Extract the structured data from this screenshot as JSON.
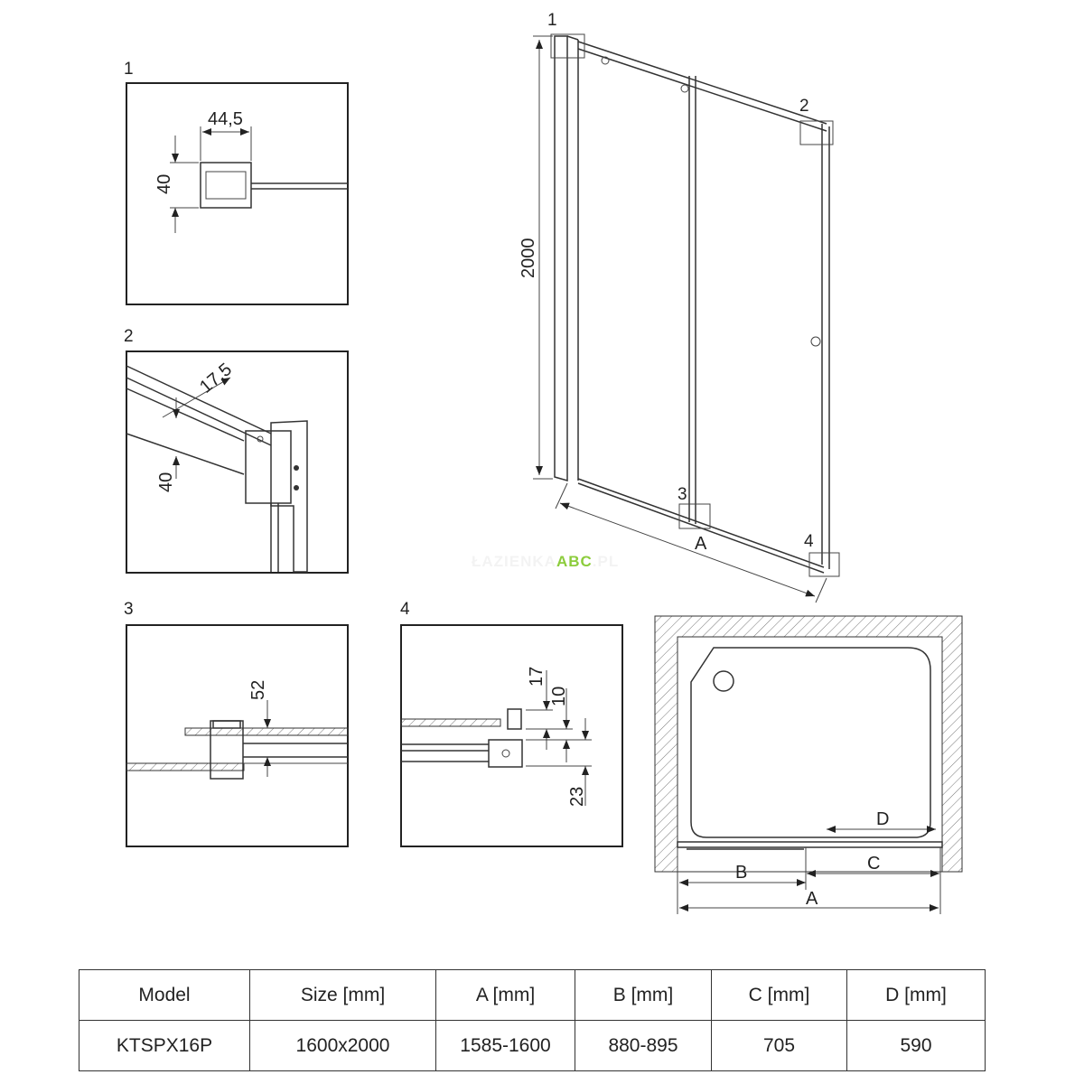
{
  "details": [
    {
      "number": "1",
      "dims": [
        "44,5",
        "40"
      ]
    },
    {
      "number": "2",
      "dims": [
        "17,5",
        "40"
      ]
    },
    {
      "number": "3",
      "dims": [
        "52"
      ]
    },
    {
      "number": "4",
      "dims": [
        "17",
        "10",
        "23"
      ]
    }
  ],
  "main_view": {
    "height_label": "2000",
    "width_label": "A",
    "callouts": [
      "1",
      "2",
      "3",
      "4"
    ]
  },
  "plan_view": {
    "labels": [
      "D",
      "B",
      "C",
      "A"
    ]
  },
  "watermark": {
    "prefix": "ŁAZIENKA",
    "brand": "ABC",
    "suffix": ".PL",
    "brand_color": "#8ccc3c"
  },
  "table": {
    "headers": [
      "Model",
      "Size [mm]",
      "A [mm]",
      "B [mm]",
      "C [mm]",
      "D [mm]"
    ],
    "rows": [
      [
        "KTSPX16P",
        "1600x2000",
        "1585-1600",
        "880-895",
        "705",
        "590"
      ]
    ]
  }
}
